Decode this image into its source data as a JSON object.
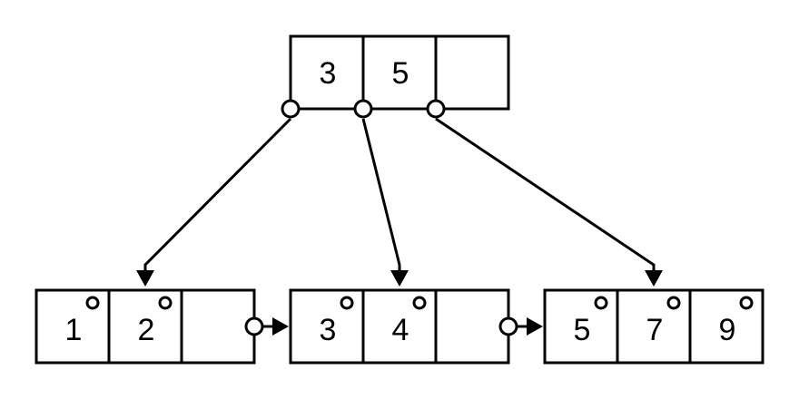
{
  "colors": {
    "stroke": "#000000",
    "fill": "#ffffff"
  },
  "tree": {
    "root": {
      "keys": [
        "3",
        "5",
        ""
      ]
    },
    "leaves": [
      {
        "keys": [
          "1",
          "2",
          ""
        ]
      },
      {
        "keys": [
          "3",
          "4",
          ""
        ]
      },
      {
        "keys": [
          "5",
          "7",
          "9"
        ]
      }
    ]
  }
}
